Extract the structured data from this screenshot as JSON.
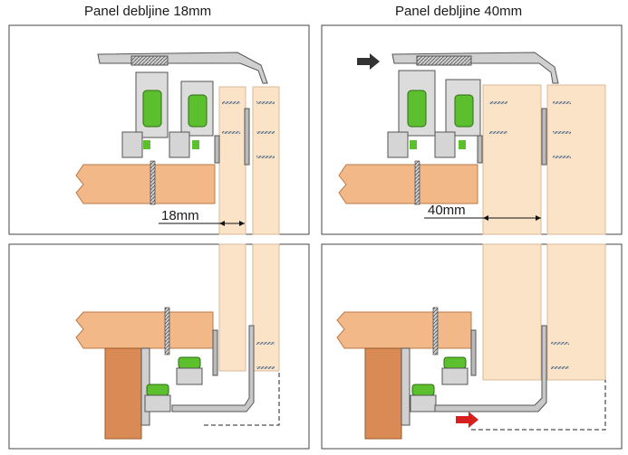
{
  "titles": {
    "left": "Panel debljine 18mm",
    "right": "Panel debljine 40mm"
  },
  "dimensions": {
    "left": "18mm",
    "right": "40mm"
  },
  "colors": {
    "panel": "#fbe3c8",
    "panel_edge": "#d9b896",
    "wood": "#f3b887",
    "wood_dark": "#d98a55",
    "metal": "#c8c8c8",
    "metal_dark": "#555555",
    "green": "#5bbf2e",
    "arrow_dark": "#333333",
    "arrow_red": "#d62020"
  }
}
